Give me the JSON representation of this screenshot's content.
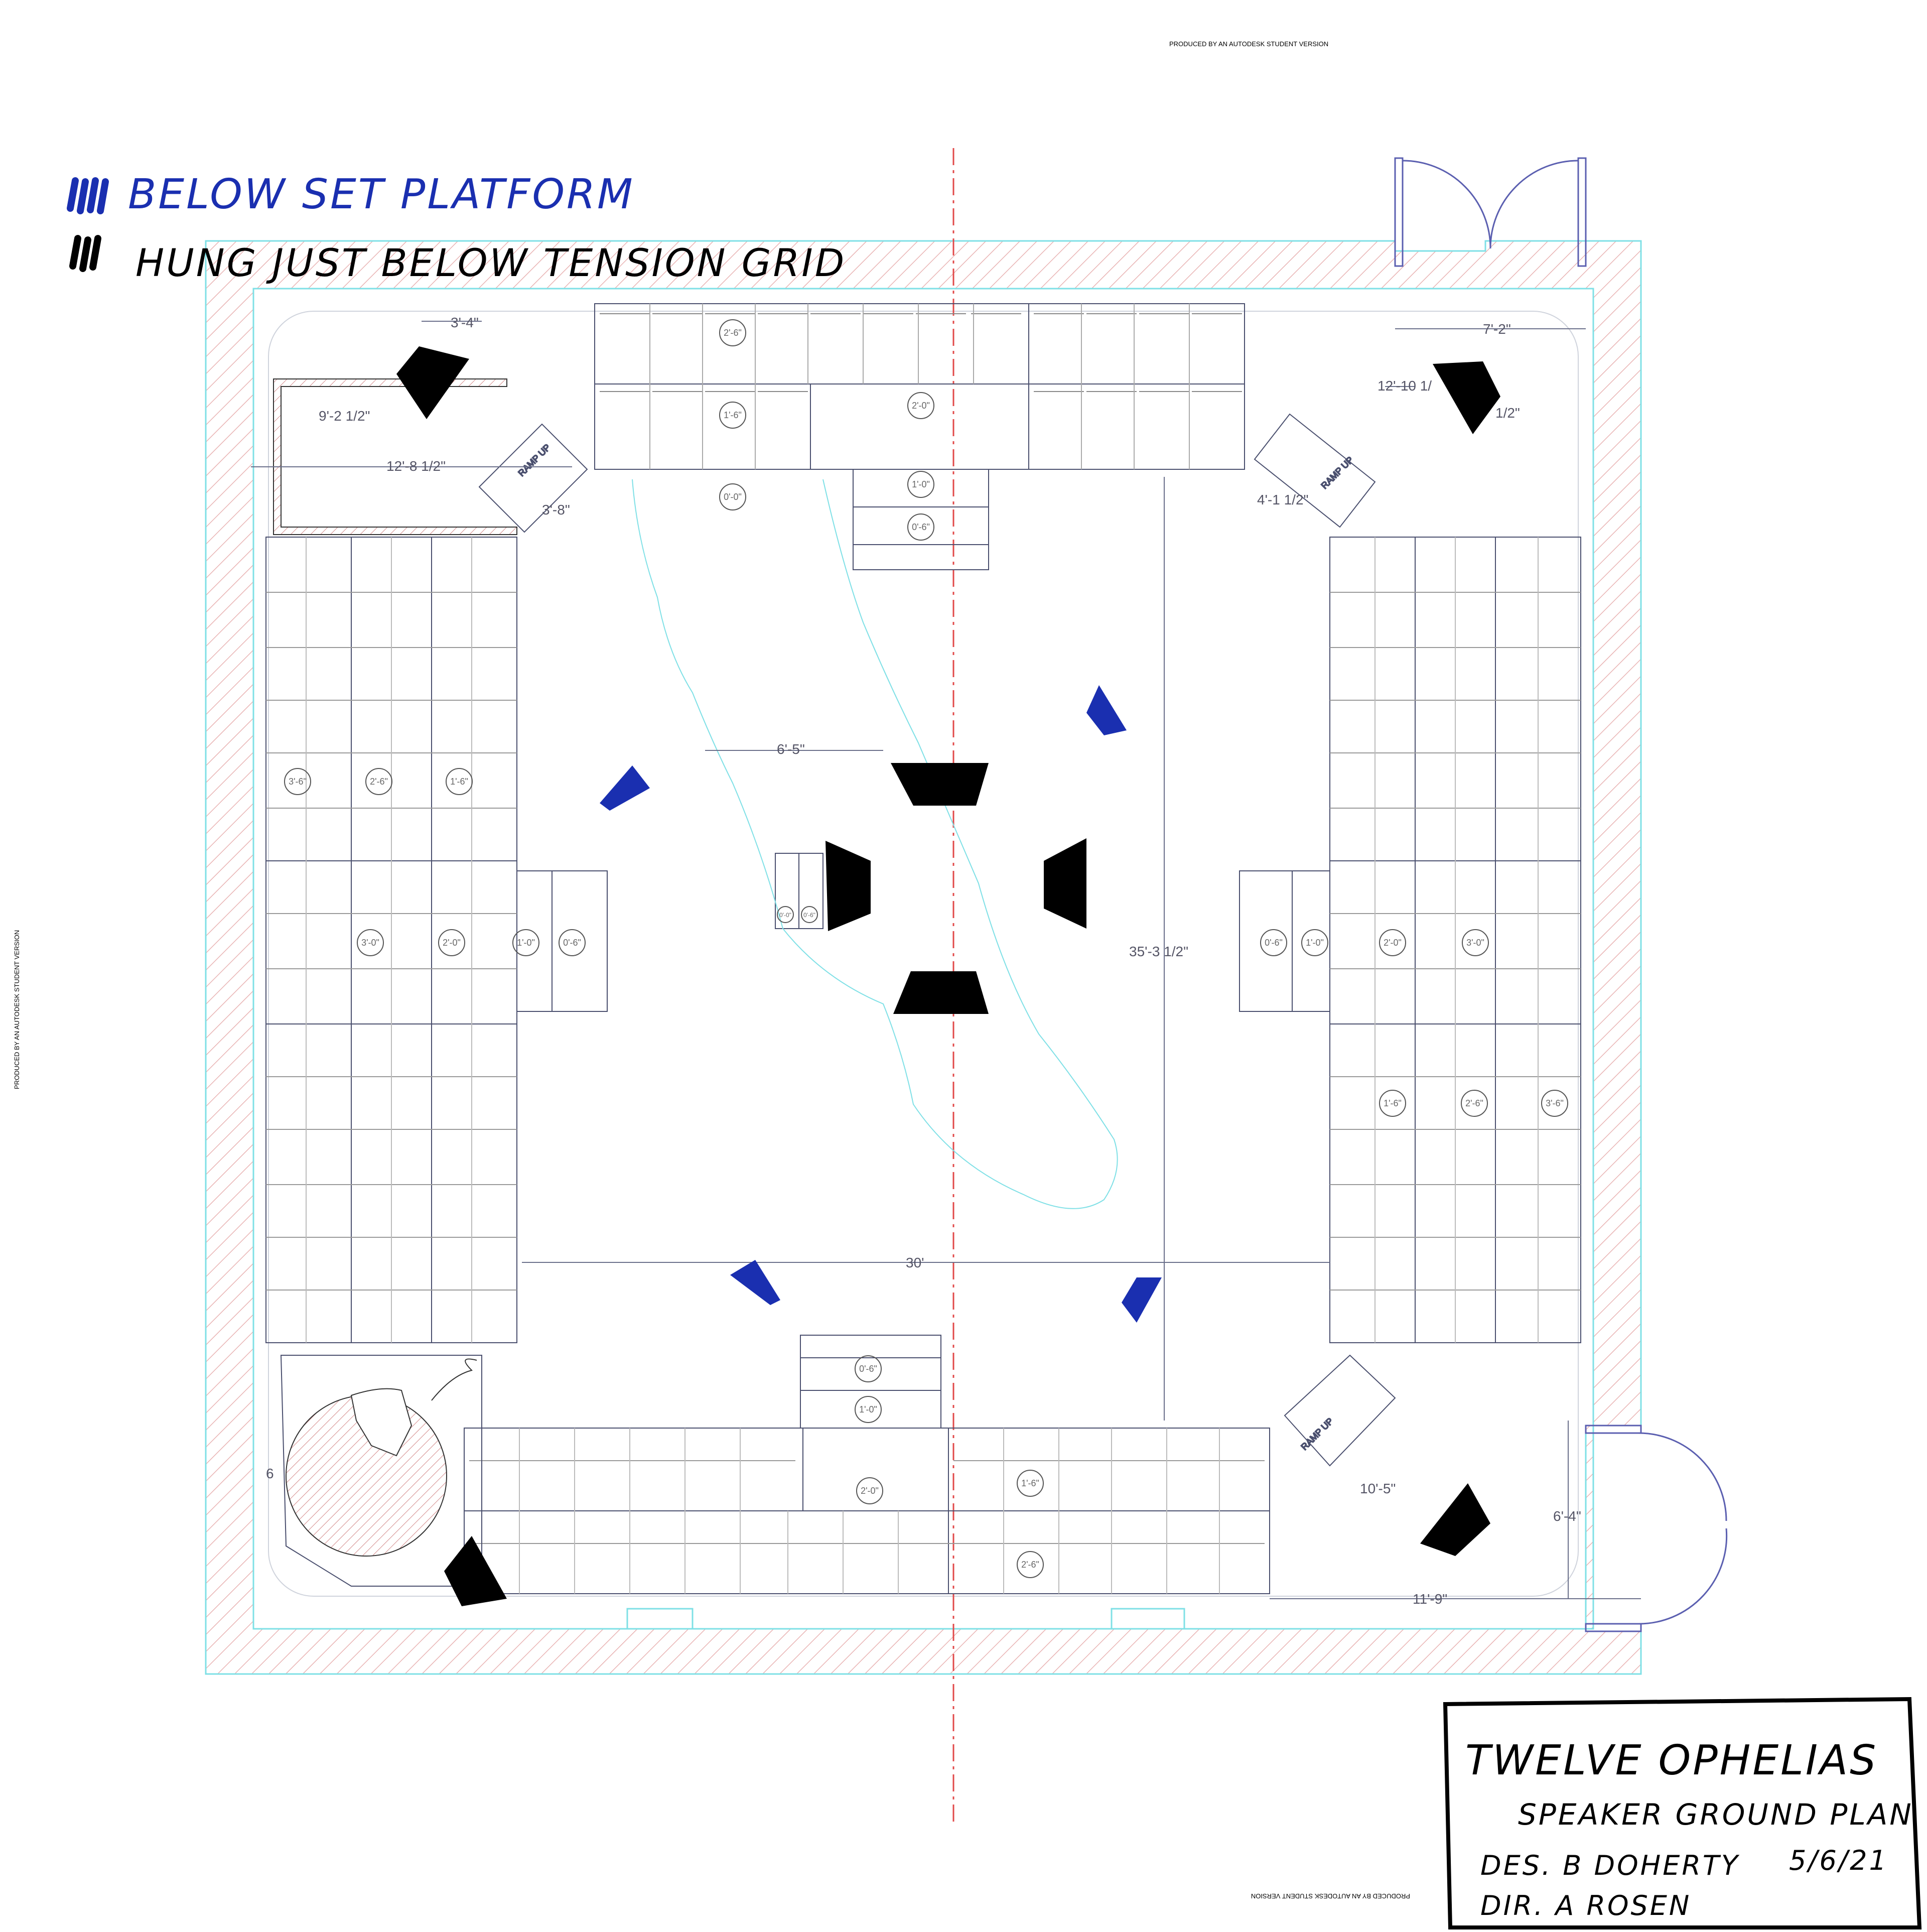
{
  "watermark": "PRODUCED BY AN AUTODESK STUDENT VERSION",
  "legend": {
    "below_platform": "BELOW SET PLATFORM",
    "hung_below_grid": "HUNG JUST BELOW TENSION GRID",
    "colors": {
      "below_platform": "#1a2fb0",
      "hung": "#000000"
    }
  },
  "title_block": {
    "title": "TWELVE OPHELIAS",
    "subtitle": "SPEAKER GROUND PLAN",
    "designer": "DES. B DOHERTY",
    "date": "5/6/21",
    "director": "DIR. A ROSEN"
  },
  "dimensions": {
    "d_3_4": "3'-4\"",
    "d_9_2": "9'-2 1/2\"",
    "d_12_8": "12'-8 1/2\"",
    "d_3_8": "3'-8\"",
    "d_7_2": "7'-2\"",
    "d_12_10": "12'-10 1/",
    "d_half": "1/2\"",
    "d_4_1": "4'-1 1/2\"",
    "d_6_5": "6'-5\"",
    "d_35_3": "35'-3 1/2\"",
    "d_30": "30'",
    "d_10_5": "10'-5\"",
    "d_6_4": "6'-4\"",
    "d_11_9": "11'-9\"",
    "d_6": "6"
  },
  "elevations": {
    "top_a": "2'-6\"",
    "top_b": "1'-6\"",
    "top_c": "2'-0\"",
    "top_d": "0'-0\"",
    "top_e": "1'-0\"",
    "top_f": "0'-6\"",
    "left_a": "3'-6\"",
    "left_b": "2'-6\"",
    "left_c": "1'-6\"",
    "left_d": "3'-0\"",
    "left_e": "2'-0\"",
    "left_f": "1'-0\"",
    "left_g": "0'-6\"",
    "right_a": "0'-6\"",
    "right_b": "1'-0\"",
    "right_c": "2'-0\"",
    "right_d": "3'-0\"",
    "right_e": "1'-6\"",
    "right_f": "2'-6\"",
    "right_g": "3'-6\"",
    "bot_a": "0'-6\"",
    "bot_b": "1'-0\"",
    "bot_c": "2'-0\"",
    "bot_d": "1'-6\"",
    "bot_e": "2'-6\"",
    "center_a": "0'-0\"",
    "center_b": "0'-6\""
  },
  "stair_label": "RAMP UP"
}
